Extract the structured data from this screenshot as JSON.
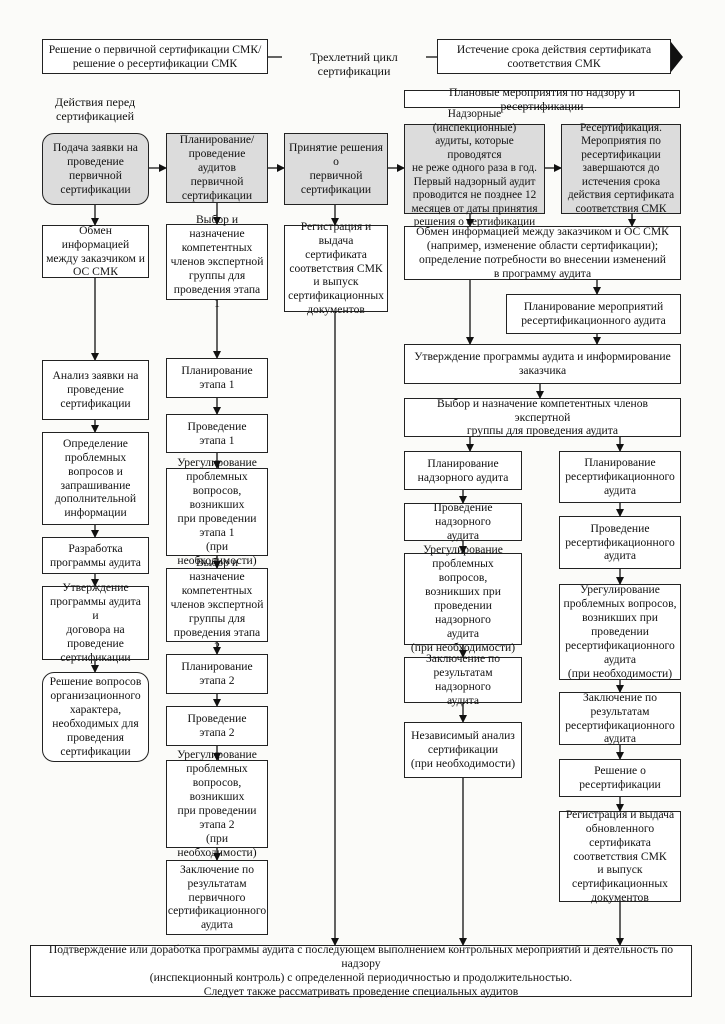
{
  "header": {
    "left": "Решение о первичной сертификации СМК/\nрешение о ресертификации СМК",
    "middle": "Трехлетний цикл сертификации",
    "right": "Истечение срока действия сертификата\nсоответствия СМК"
  },
  "left_heading": "Действия перед\nсертификацией",
  "right_heading": "Плановые мероприятия по надзору и ресертификации",
  "col1": [
    "Подача заявки на\nпроведение\nпервичной\nсертификации",
    "Обмен информацией\nмежду заказчиком и\nОС СМК",
    "Анализ заявки на\nпроведение\nсертификации",
    "Определение\nпроблемных\nвопросов и\nзапрашивание\nдополнительной\nинформации",
    "Разработка\nпрограммы аудита",
    "Утверждение\nпрограммы аудита и\nдоговора на\nпроведение\nсертификации",
    "Решение вопросов\nорганизационного\nхарактера,\nнеобходимых для\nпроведения\nсертификации"
  ],
  "col2": [
    "Планирование/\nпроведение аудитов\nпервичной\nсертификации",
    "Выбор и назначение\nкомпетентных\nчленов экспертной\nгруппы для\nпроведения этапа 1",
    "Планирование\nэтапа 1",
    "Проведение\nэтапа 1",
    "Урегулирование\nпроблемных\nвопросов, возникших\nпри проведении\nэтапа 1\n(при необходимости)",
    "Выбор и назначение\nкомпетентных\nчленов экспертной\nгруппы для\nпроведения этапа 2",
    "Планирование\nэтапа 2",
    "Проведение\nэтапа 2",
    "Урегулирование\nпроблемных\nвопросов, возникших\nпри проведении\nэтапа 2\n(при необходимости)",
    "Заключение по\nрезультатам\nпервичного\nсертификационного\nаудита"
  ],
  "col3": [
    "Принятие решения о\nпервичной\nсертификации",
    "Регистрация и\nвыдача сертификата\nсоответствия СМК\nи выпуск\nсертификационных\nдокументов"
  ],
  "col4_top": "Надзорные (инспекционные)\nаудиты, которые проводятся\nне реже одного раза в год.\nПервый надзорный аудит\nпроводится не позднее 12\nмесяцев от даты принятия\nрешения о сертификации",
  "col5_top": "Ресертификация.\nМероприятия по\nресертификации\nзавершаются до\nистечения срока\nдействия сертификата\nсоответствия СМК",
  "wide": [
    "Обмен информацией между заказчиком и ОС СМК\n(например, изменение области сертификации);\nопределение потребности во внесении изменений\nв программу аудита",
    "Планирование мероприятий\nресертификационного аудита",
    "Утверждение программы аудита и информирование\nзаказчика",
    "Выбор и назначение компетентных членов экспертной\nгруппы для проведения аудита"
  ],
  "col4": [
    "Планирование\nнадзорного аудита",
    "Проведение надзорного\nаудита",
    "Урегулирование\nпроблемных вопросов,\nвозникших при\nпроведении надзорного\nаудита\n(при необходимости)",
    "Заключение по\nрезультатам надзорного\nаудита",
    "Независимый анализ\nсертификации\n(при необходимости)"
  ],
  "col5": [
    "Планирование\nресертификационного\nаудита",
    "Проведение\nресертификационного\nаудита",
    "Урегулирование\nпроблемных вопросов,\nвозникших при\nпроведении\nресертификационного\nаудита\n(при необходимости)",
    "Заключение по\nрезультатам\nресертификационного\nаудита",
    "Решение о\nресертификации",
    "Регистрация и выдача\nобновленного\nсертификата\nсоответствия СМК\nи выпуск\nсертификационных\nдокументов"
  ],
  "footer": "Подтверждение или доработка программы аудита с последующем выполнением контрольных мероприятий и деятельность по надзору\n(инспекционный контроль) с определенной периодичностью и продолжительностью.\nСледует также рассматривать проведение специальных аудитов"
}
